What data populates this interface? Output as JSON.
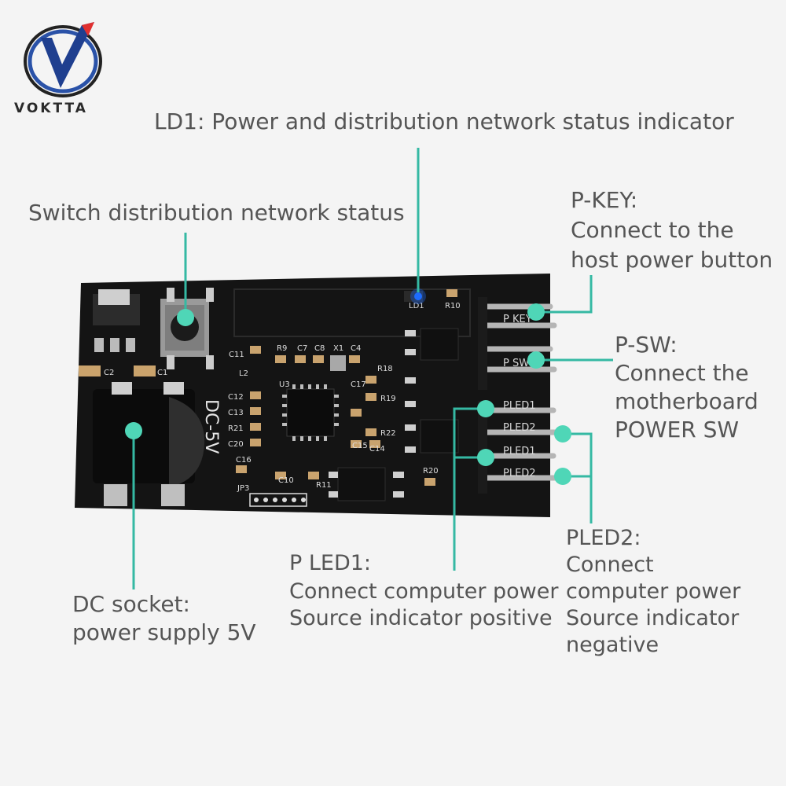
{
  "brand": {
    "name": "VOKTTA"
  },
  "callouts": {
    "ld1": "LD1: Power and distribution network status indicator",
    "switch": "Switch distribution network status",
    "pkey": {
      "title": "P-KEY:",
      "line1": "Connect to the",
      "line2": "host power button"
    },
    "psw": {
      "title": "P-SW:",
      "line1": "Connect the",
      "line2": "motherboard",
      "line3": "POWER SW"
    },
    "dc": {
      "line1": "DC socket:",
      "line2": "power supply 5V"
    },
    "pled1": {
      "title": "P LED1:",
      "line1": "Connect computer power",
      "line2": "Source indicator positive"
    },
    "pled2": {
      "title": "PLED2:",
      "line1": "Connect",
      "line2": "computer power",
      "line3": "Source indicator",
      "line4": "negative"
    }
  },
  "board": {
    "dc_label": "DC-5V",
    "header_labels": [
      "P KEY",
      "P SW",
      "PLED1",
      "PLED2",
      "PLED1",
      "PLED2"
    ],
    "silk": [
      "C11",
      "L2",
      "C12",
      "C13",
      "R21",
      "C20",
      "C16",
      "C2",
      "C1",
      "R9",
      "C7",
      "C8",
      "X1",
      "C4",
      "U3",
      "R18",
      "R19",
      "C17",
      "R22",
      "C15",
      "C14",
      "C10",
      "R11",
      "JP3",
      "R20",
      "LD1",
      "R10"
    ]
  },
  "colors": {
    "accent": "#35b9a3",
    "board": "#141414",
    "text": "#555555",
    "led": "#1e6cff"
  }
}
